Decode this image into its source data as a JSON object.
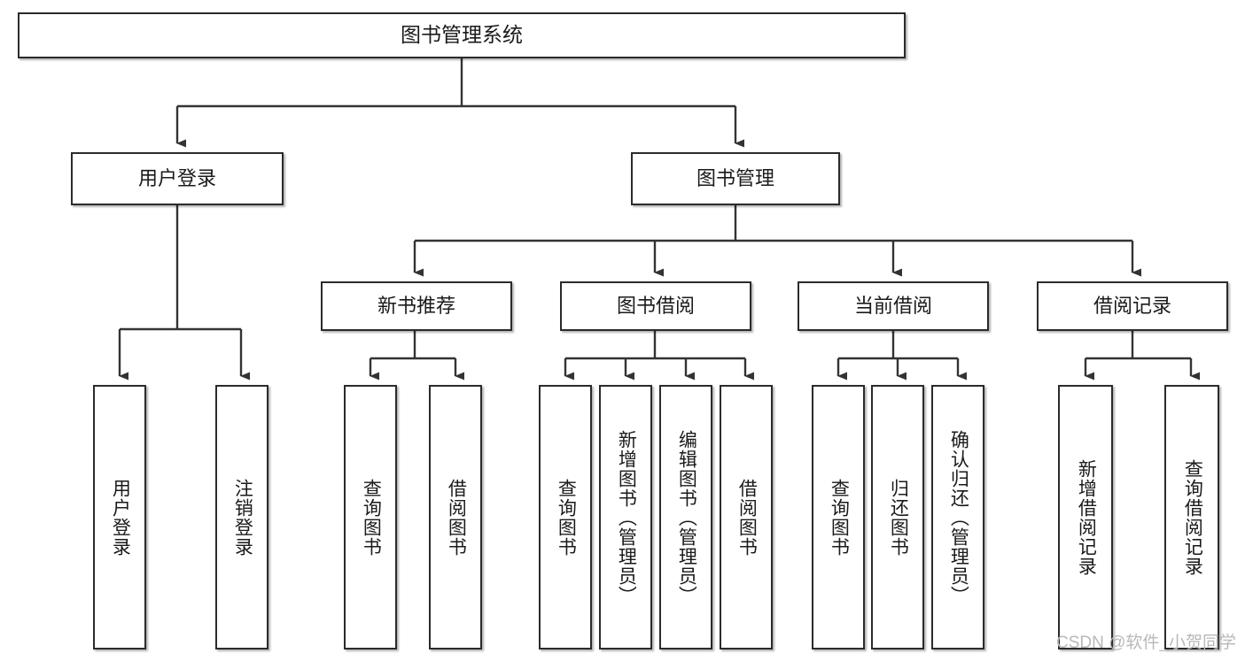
{
  "diagram": {
    "type": "tree-hierarchy",
    "title_node": {
      "label": "图书管理系统"
    },
    "level2": [
      {
        "id": "user-login",
        "label": "用户登录"
      },
      {
        "id": "book-manage",
        "label": "图书管理"
      }
    ],
    "level3": [
      {
        "id": "new-book-recommend",
        "label": "新书推荐"
      },
      {
        "id": "book-borrow",
        "label": "图书借阅"
      },
      {
        "id": "current-borrow",
        "label": "当前借阅"
      },
      {
        "id": "borrow-record",
        "label": "借阅记录"
      }
    ],
    "leaves": {
      "user_login": [
        {
          "id": "leaf-user-login",
          "label": "用户登录"
        },
        {
          "id": "leaf-logout",
          "label": "注销登录"
        }
      ],
      "new_book_recommend": [
        {
          "id": "leaf-query-book-1",
          "label": "查询图书"
        },
        {
          "id": "leaf-borrow-book-1",
          "label": "借阅图书"
        }
      ],
      "book_borrow": [
        {
          "id": "leaf-query-book-2",
          "label": "查询图书"
        },
        {
          "id": "leaf-add-book",
          "label": "新增图书（管理员）"
        },
        {
          "id": "leaf-edit-book",
          "label": "编辑图书（管理员）"
        },
        {
          "id": "leaf-borrow-book-2",
          "label": "借阅图书"
        }
      ],
      "current_borrow": [
        {
          "id": "leaf-query-book-3",
          "label": "查询图书"
        },
        {
          "id": "leaf-return-book",
          "label": "归还图书"
        },
        {
          "id": "leaf-confirm-return",
          "label": "确认归还（管理员）"
        }
      ],
      "borrow_record": [
        {
          "id": "leaf-add-record",
          "label": "新增借阅记录"
        },
        {
          "id": "leaf-query-record",
          "label": "查询借阅记录"
        }
      ]
    }
  },
  "watermark": {
    "text": "CSDN @软件_小贺同学"
  },
  "colors": {
    "border": "#2b2b2b",
    "edge": "#333333",
    "text": "#1a1a1a",
    "background": "#ffffff",
    "watermark": "#b8b8b8"
  }
}
